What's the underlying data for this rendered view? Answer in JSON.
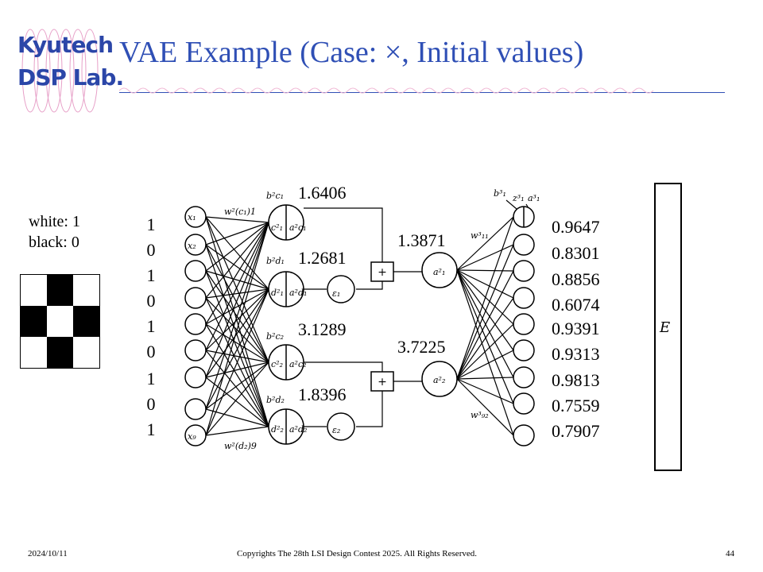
{
  "logo": {
    "line1": "Kyutech",
    "line2": "DSP Lab."
  },
  "title": "VAE Example (Case: ×, Initial values)",
  "legend": {
    "white": "white: 1",
    "black": "black: 0"
  },
  "pattern": [
    [
      1,
      0,
      1
    ],
    [
      0,
      1,
      0
    ],
    [
      1,
      0,
      1
    ]
  ],
  "input_bits": [
    "1",
    "0",
    "1",
    "0",
    "1",
    "0",
    "1",
    "0",
    "1"
  ],
  "encoder_values": {
    "c1": "1.6406",
    "d1": "1.2681",
    "c2": "3.1289",
    "d2": "1.8396"
  },
  "latent_values": {
    "a1": "1.3871",
    "a2": "3.7225"
  },
  "output_values": [
    "0.9647",
    "0.8301",
    "0.8856",
    "0.6074",
    "0.9391",
    "0.9313",
    "0.9813",
    "0.7559",
    "0.7907"
  ],
  "network_labels": {
    "x1": "x₁",
    "x2": "x₂",
    "x9": "x₉",
    "w_top": "w²(c₁)1",
    "w_bottom": "w²(d₂)9",
    "b_c1": "b²c₁",
    "b_d1": "b²d₁",
    "b_c2": "b²c₂",
    "b_d2": "b²d₂",
    "c1": "c²₁",
    "a_c1": "a²c₁",
    "d1": "d²₁",
    "a_d1": "a²d₁",
    "c2": "c²₂",
    "a_c2": "a²c₂",
    "d2": "d²₂",
    "a_d2": "a²d₂",
    "eps1": "ε₁",
    "eps2": "ε₂",
    "plus": "+",
    "a1": "a²₁",
    "a2": "a²₂",
    "w11": "w³₁₁",
    "w92": "w³₉₂",
    "b1_3": "b³₁",
    "z1_3": "z³₁",
    "a1_3": "a³₁"
  },
  "error_label": "E",
  "footer": {
    "date": "2024/10/11",
    "copyright": "Copyrights The 28th LSI Design Contest 2025.  All Rights Reserved.",
    "page": "44"
  }
}
